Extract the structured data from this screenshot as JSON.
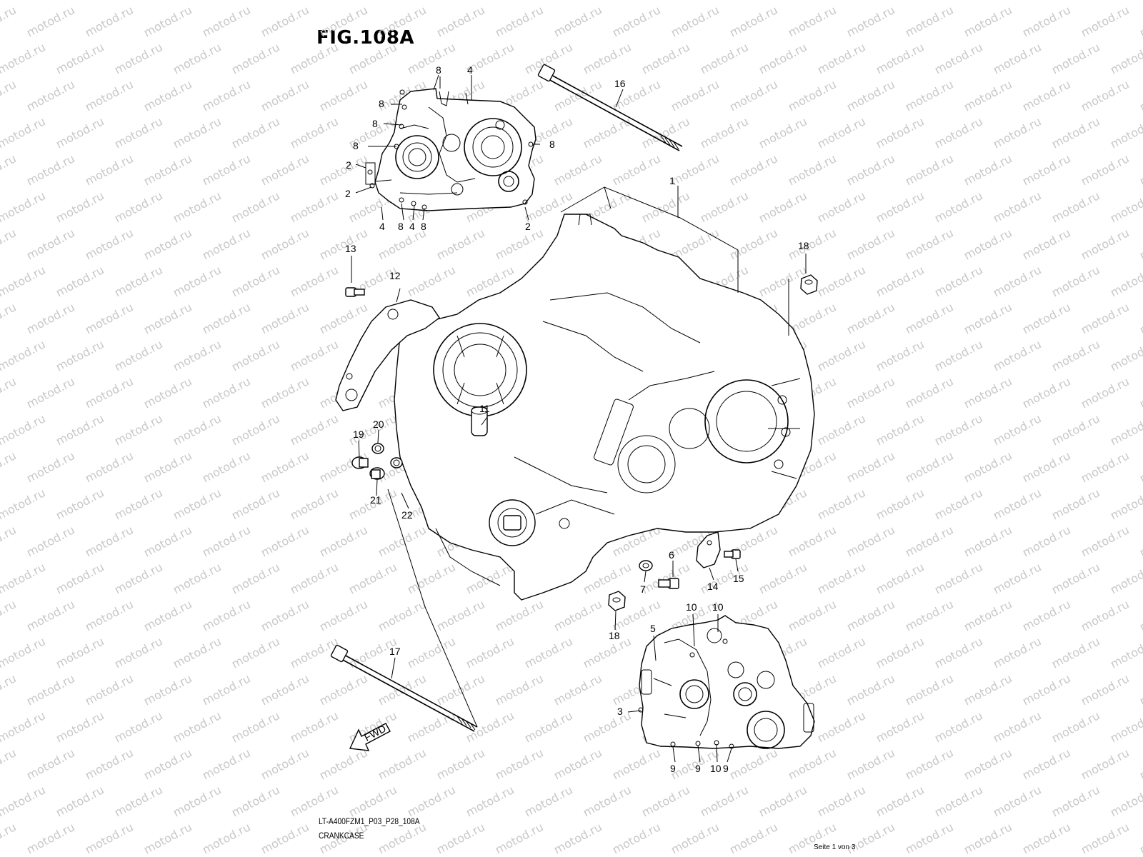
{
  "figure": {
    "title": "FIG.108A",
    "code": "LT-A400FZM1_P03_P28_108A",
    "name": "CRANKCASE",
    "page": "Seite 1 von 3"
  },
  "watermark": {
    "text": "motod.ru"
  },
  "fwd_label": "FWD",
  "callouts": [
    "8",
    "4",
    "8",
    "8",
    "8",
    "8",
    "2",
    "2",
    "4",
    "8",
    "4",
    "8",
    "2",
    "16",
    "1",
    "13",
    "12",
    "18",
    "11",
    "20",
    "19",
    "21",
    "22",
    "6",
    "7",
    "14",
    "15",
    "18",
    "17",
    "10",
    "10",
    "5",
    "3",
    "9",
    "9",
    "10",
    "9"
  ]
}
